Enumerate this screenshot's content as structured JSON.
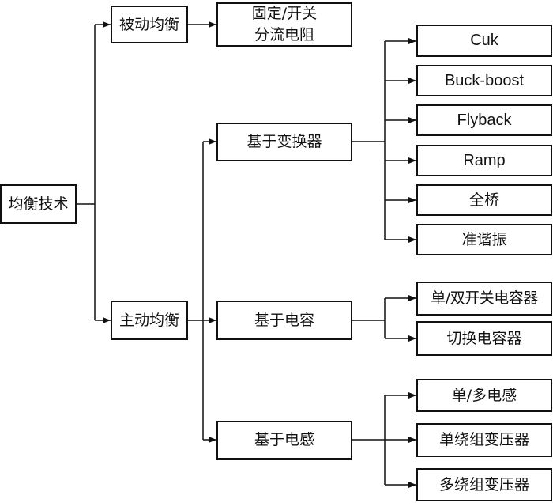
{
  "diagram": {
    "root": "均衡技术",
    "passive": {
      "label": "被动均衡",
      "method_line1": "固定/开关",
      "method_line2": "分流电阻"
    },
    "active": {
      "label": "主动均衡",
      "converter": {
        "label": "基于变换器",
        "items": [
          "Cuk",
          "Buck-boost",
          "Flyback",
          "Ramp",
          "全桥",
          "准谐振"
        ]
      },
      "capacitor": {
        "label": "基于电容",
        "items": [
          "单/双开关电容器",
          "切换电容器"
        ]
      },
      "inductor": {
        "label": "基于电感",
        "items": [
          "单/多电感",
          "单绕组变压器",
          "多绕组变压器"
        ]
      }
    },
    "colors": {
      "line": "#111111",
      "box_border": "#111111",
      "background": "#ffffff"
    }
  }
}
